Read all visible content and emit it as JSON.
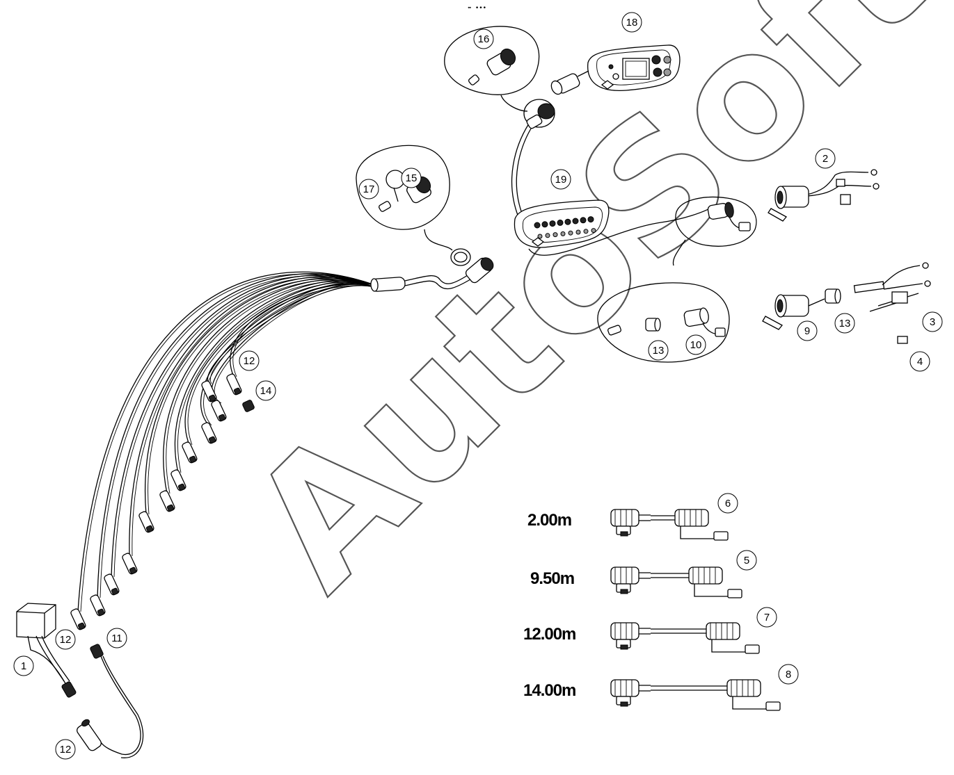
{
  "watermark": "AutoSoft",
  "header_mark": "⬌ •••",
  "callouts": [
    {
      "id": "c1",
      "text": "1"
    },
    {
      "id": "c2",
      "text": "2"
    },
    {
      "id": "c3",
      "text": "3"
    },
    {
      "id": "c4",
      "text": "4"
    },
    {
      "id": "c5",
      "text": "5"
    },
    {
      "id": "c6",
      "text": "6"
    },
    {
      "id": "c7",
      "text": "7"
    },
    {
      "id": "c8",
      "text": "8"
    },
    {
      "id": "c9",
      "text": "9"
    },
    {
      "id": "c10",
      "text": "10"
    },
    {
      "id": "c11",
      "text": "11"
    },
    {
      "id": "c12a",
      "text": "12"
    },
    {
      "id": "c12b",
      "text": "12"
    },
    {
      "id": "c12c",
      "text": "12"
    },
    {
      "id": "c13a",
      "text": "13"
    },
    {
      "id": "c13b",
      "text": "13"
    },
    {
      "id": "c14",
      "text": "14"
    },
    {
      "id": "c15",
      "text": "15"
    },
    {
      "id": "c16",
      "text": "16"
    },
    {
      "id": "c17",
      "text": "17"
    },
    {
      "id": "c18",
      "text": "18"
    },
    {
      "id": "c19",
      "text": "19"
    }
  ],
  "cable_lengths": [
    {
      "text": "2.00m",
      "part": "6"
    },
    {
      "text": "9.50m",
      "part": "5"
    },
    {
      "text": "12.00m",
      "part": "7"
    },
    {
      "text": "14.00m",
      "part": "8"
    }
  ]
}
